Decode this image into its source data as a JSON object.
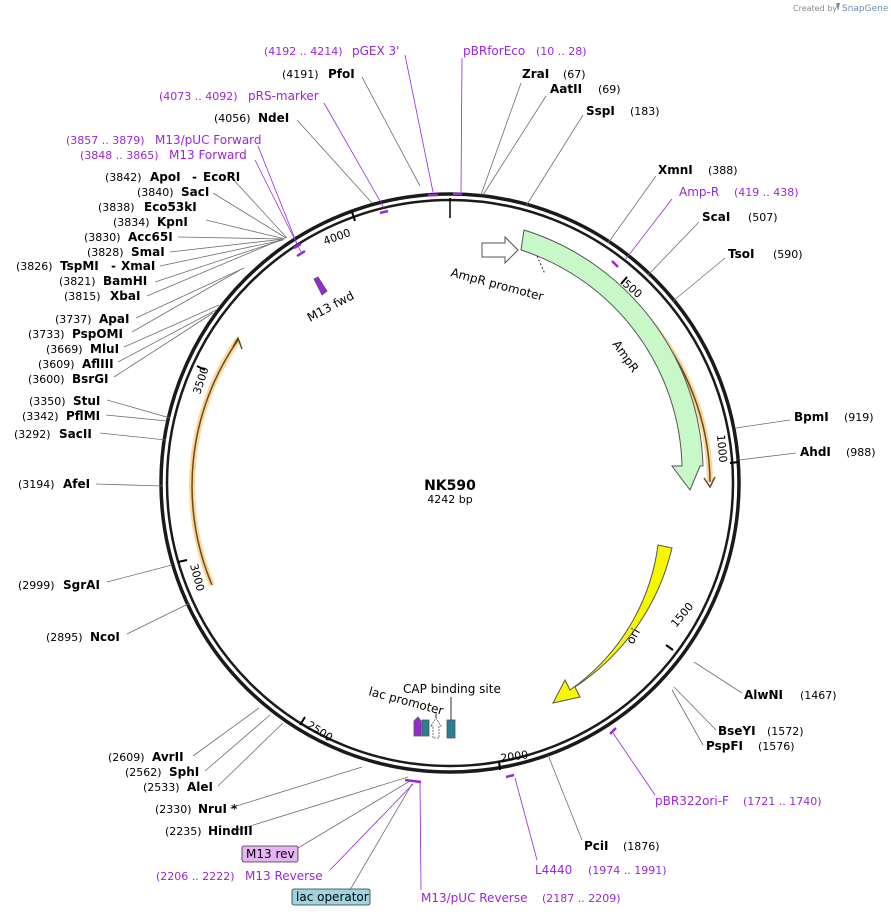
{
  "header": {
    "created_by": "Created by",
    "brand": "SnapGene"
  },
  "plasmid": {
    "name": "NK590",
    "length_label": "4242 bp",
    "length_bp": 4242
  },
  "ticks": [
    "500",
    "1000",
    "1500",
    "2000",
    "2500",
    "3000",
    "3500",
    "4000"
  ],
  "enzymes": [
    {
      "name": "ZraI",
      "pos": "(67)"
    },
    {
      "name": "AatII",
      "pos": "(69)"
    },
    {
      "name": "SspI",
      "pos": "(183)"
    },
    {
      "name": "XmnI",
      "pos": "(388)"
    },
    {
      "name": "ScaI",
      "pos": "(507)"
    },
    {
      "name": "TsoI",
      "pos": "(590)"
    },
    {
      "name": "BpmI",
      "pos": "(919)"
    },
    {
      "name": "AhdI",
      "pos": "(988)"
    },
    {
      "name": "AlwNI",
      "pos": "(1467)"
    },
    {
      "name": "BseYI",
      "pos": "(1572)"
    },
    {
      "name": "PspFI",
      "pos": "(1576)"
    },
    {
      "name": "PciI",
      "pos": "(1876)"
    },
    {
      "name": "HindIII",
      "pos": "(2235)"
    },
    {
      "name": "NruI *",
      "pos": "(2330)"
    },
    {
      "name": "AleI",
      "pos": "(2533)"
    },
    {
      "name": "SphI",
      "pos": "(2562)"
    },
    {
      "name": "AvrII",
      "pos": "(2609)"
    },
    {
      "name": "NcoI",
      "pos": "(2895)"
    },
    {
      "name": "SgrAI",
      "pos": "(2999)"
    },
    {
      "name": "AfeI",
      "pos": "(3194)"
    },
    {
      "name": "SacII",
      "pos": "(3292)"
    },
    {
      "name": "PflMI",
      "pos": "(3342)"
    },
    {
      "name": "StuI",
      "pos": "(3350)"
    },
    {
      "name": "BsrGI",
      "pos": "(3600)"
    },
    {
      "name": "AflIII",
      "pos": "(3609)"
    },
    {
      "name": "MluI",
      "pos": "(3669)"
    },
    {
      "name": "PspOMI",
      "pos": "(3733)"
    },
    {
      "name": "ApaI",
      "pos": "(3737)"
    },
    {
      "name": "XbaI",
      "pos": "(3815)"
    },
    {
      "name": "BamHI",
      "pos": "(3821)"
    },
    {
      "name": "TspMI",
      "pos": "(3826)"
    },
    {
      "name": "XmaI",
      "pos": ""
    },
    {
      "name": "SmaI",
      "pos": "(3828)"
    },
    {
      "name": "Acc65I",
      "pos": "(3830)"
    },
    {
      "name": "KpnI",
      "pos": "(3834)"
    },
    {
      "name": "Eco53kI",
      "pos": "(3838)"
    },
    {
      "name": "SacI",
      "pos": "(3840)"
    },
    {
      "name": "ApoI",
      "pos": "(3842)"
    },
    {
      "name": "EcoRI",
      "pos": ""
    },
    {
      "name": "NdeI",
      "pos": "(4056)"
    },
    {
      "name": "PfoI",
      "pos": "(4191)"
    }
  ],
  "separators": [
    "-",
    "-"
  ],
  "primers": [
    {
      "name": "pGEX 3'",
      "range": "(4192 .. 4214)"
    },
    {
      "name": "pBRforEco",
      "range": "(10 .. 28)"
    },
    {
      "name": "pRS-marker",
      "range": "(4073 .. 4092)"
    },
    {
      "name": "M13/pUC Forward",
      "range": "(3857 .. 3879)"
    },
    {
      "name": "M13 Forward",
      "range": "(3848 .. 3865)"
    },
    {
      "name": "Amp-R",
      "range": "(419 .. 438)"
    },
    {
      "name": "pBR322ori-F",
      "range": "(1721 .. 1740)"
    },
    {
      "name": "L4440",
      "range": "(1974 .. 1991)"
    },
    {
      "name": "M13/pUC Reverse",
      "range": "(2187 .. 2209)"
    },
    {
      "name": "M13 Reverse",
      "range": "(2206 .. 2222)"
    }
  ],
  "features": {
    "ampr_promoter": "AmpR promoter",
    "ampr": "AmpR",
    "ori": "ori",
    "cap_site": "CAP binding site",
    "lac_promoter": "lac promoter",
    "m13_fwd": "M13 fwd",
    "m13_rev": "M13 rev",
    "lac_operator": "lac operator"
  },
  "colors": {
    "backbone": "#1a1a1a",
    "primer": "#9a26d6",
    "ampr_fill": "#c8f7c8",
    "ori_fill": "#f7f700",
    "orf": "#f5a623",
    "promoter_fill": "#ffffff",
    "cap_fill": "#2a7e95",
    "m13_fill": "#9a26d6",
    "m13_rev_bg": "#e6b3f5",
    "lac_operator_bg": "#9ed3e0"
  }
}
